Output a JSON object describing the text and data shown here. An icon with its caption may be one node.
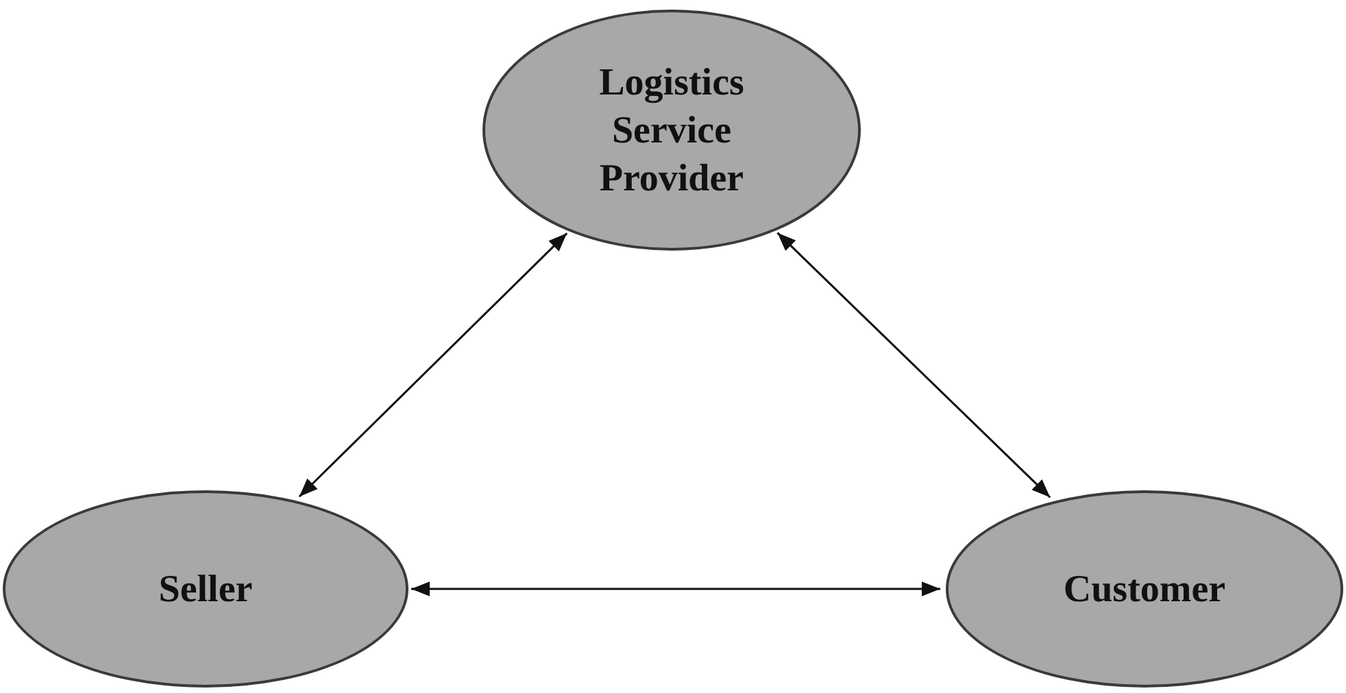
{
  "diagram": {
    "nodes": [
      {
        "text": [
          "Logistics Service Provider"
        ]
      },
      {
        "text": [
          "Seller"
        ]
      },
      {
        "text": [
          "Customer"
        ]
      }
    ],
    "edges": [
      {
        "from": 0,
        "to": 1,
        "arrow": "both"
      },
      {
        "from": 0,
        "to": 2,
        "arrow": "both"
      },
      {
        "from": 1,
        "to": 2,
        "arrow": "both"
      }
    ]
  }
}
